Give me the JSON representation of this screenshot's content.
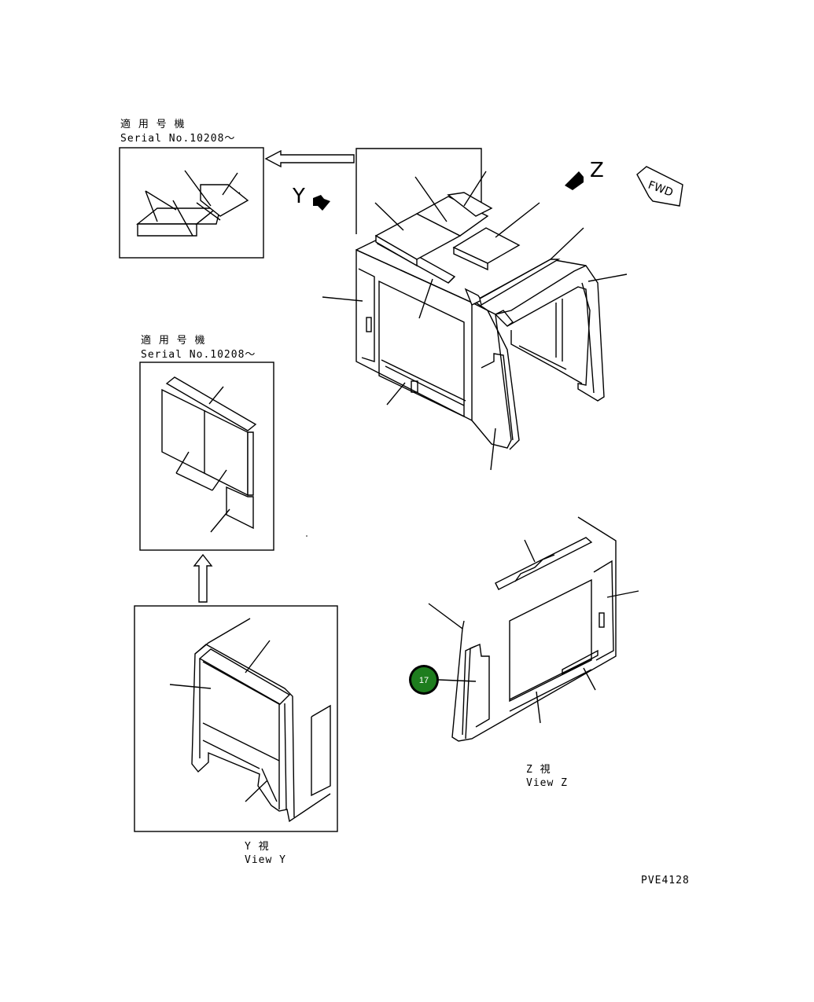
{
  "labels": {
    "applicable_jp_1": "適 用 号 機",
    "serial_1": "Serial No.10208～",
    "applicable_jp_2": "適 用 号 機",
    "serial_2": "Serial No.10208～",
    "view_z_jp": "Z  視",
    "view_z": "View Z",
    "view_y_jp": "Y  視",
    "view_y": "View Y",
    "arrow_y": "Y",
    "arrow_z": "Z",
    "fwd": "FWD",
    "drawing_no": "PVE4128"
  },
  "callout": {
    "number": "17",
    "color": "#1e7d1e"
  }
}
